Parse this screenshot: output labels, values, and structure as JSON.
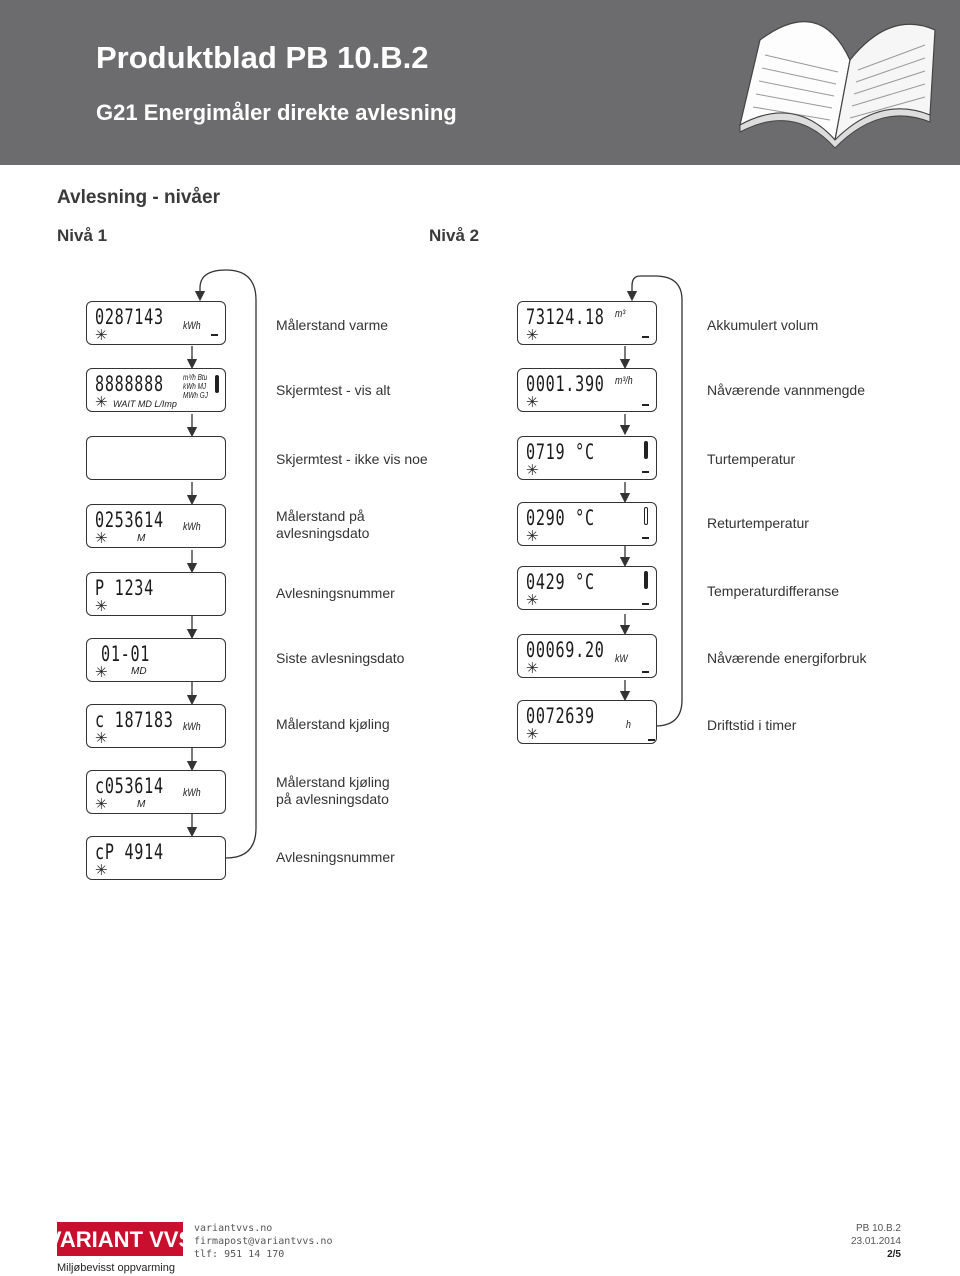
{
  "header": {
    "title": "Produktblad",
    "code": "PB 10.B.2",
    "subtitle": "G21 Energimåler direkte avlesning"
  },
  "section": {
    "title": "Avlesning - nivåer",
    "level1": "Nivå 1",
    "level2": "Nivå 2"
  },
  "level1_items": [
    {
      "display": "0287143",
      "unit": "kWh",
      "sub": "",
      "label": "Målerstand varme"
    },
    {
      "display": "8888888",
      "unit": "m³/h Btu kWh MJ MWh GJ",
      "sub": "WAIT  MD  L/Imp",
      "label": "Skjermtest - vis alt"
    },
    {
      "display": "",
      "unit": "",
      "sub": "",
      "label": "Skjermtest - ikke vis noe"
    },
    {
      "display": "0253614",
      "unit": "kWh",
      "sub": "M",
      "label": "Målerstand på avlesningsdato"
    },
    {
      "display": "P   1234",
      "unit": "",
      "sub": "",
      "label": "Avlesningsnummer"
    },
    {
      "display": "01-01",
      "unit": "",
      "sub": "MD",
      "label": "Siste avlesningsdato"
    },
    {
      "display": "c 187183",
      "unit": "kWh",
      "sub": "",
      "label": "Målerstand kjøling"
    },
    {
      "display": "c053614",
      "unit": "kWh",
      "sub": "M",
      "label": "Målerstand kjøling på avlesningsdato"
    },
    {
      "display": "cP  4914",
      "unit": "",
      "sub": "",
      "label": "Avlesningsnummer"
    }
  ],
  "level2_items": [
    {
      "display": "73124.18",
      "unit": "m³",
      "label": "Akkumulert volum"
    },
    {
      "display": "0001.390",
      "unit": "m³/h",
      "label": "Nåværende vannmengde"
    },
    {
      "display": "0719 °C",
      "unit": "",
      "label": "Turtemperatur"
    },
    {
      "display": "0290 °C",
      "unit": "",
      "label": "Returtemperatur"
    },
    {
      "display": "0429 °C",
      "unit": "",
      "label": "Temperaturdifferanse"
    },
    {
      "display": "00069.20",
      "unit": "kW",
      "label": "Nåværende energiforbruk"
    },
    {
      "display": "0072639",
      "unit": "h",
      "label": "Driftstid i timer"
    }
  ],
  "footer": {
    "logo": "VARIANT VVS",
    "tagline": "Miljøbevisst oppvarming",
    "web": "variantvvs.no",
    "email": "firmapost@variantvvs.no",
    "phone": "tlf: 951 14 170",
    "doc": "PB 10.B.2",
    "date": "23.01.2014",
    "page": "2/5"
  },
  "icons": {
    "star": "asterisk-icon",
    "thermometer": "thermometer-icon",
    "book": "open-book-icon"
  }
}
